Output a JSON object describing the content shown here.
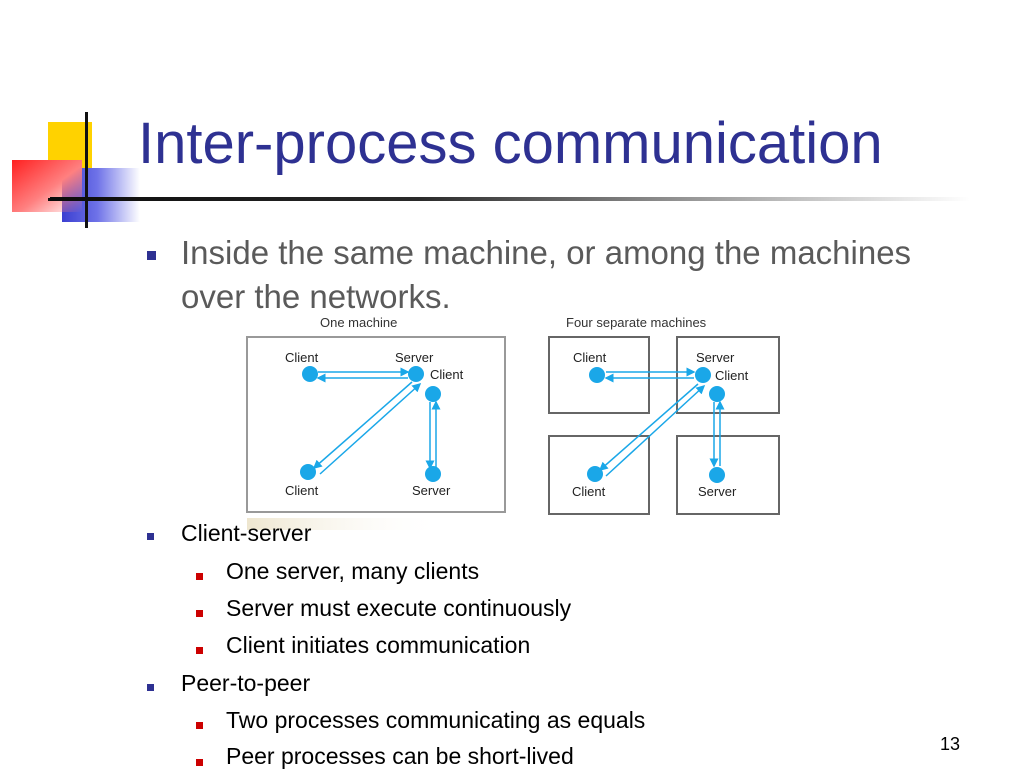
{
  "title": "Inter-process communication",
  "bullet_main": "Inside the same machine, or among the machines over the networks.",
  "figure": {
    "left_caption": "One machine",
    "right_caption": "Four separate machines",
    "left_labels": {
      "client_top": "Client",
      "server_top": "Server",
      "client_top_right": "Client",
      "client_bottom": "Client",
      "server_bottom": "Server"
    },
    "right_labels": {
      "client_top": "Client",
      "server_top": "Server",
      "client_top_right": "Client",
      "client_bottom": "Client",
      "server_bottom": "Server"
    }
  },
  "bullets": [
    {
      "text": "Client-server",
      "sub": [
        "One server, many clients",
        "Server must execute continuously",
        "Client initiates communication"
      ]
    },
    {
      "text": "Peer-to-peer",
      "sub": [
        "Two processes communicating as equals",
        "Peer processes can be short-lived"
      ]
    }
  ],
  "page_number": "13",
  "colors": {
    "title": "#2e3192",
    "bullet_l1": "#2e3192",
    "bullet_l2": "#cc0000",
    "node": "#1aa7e8"
  }
}
